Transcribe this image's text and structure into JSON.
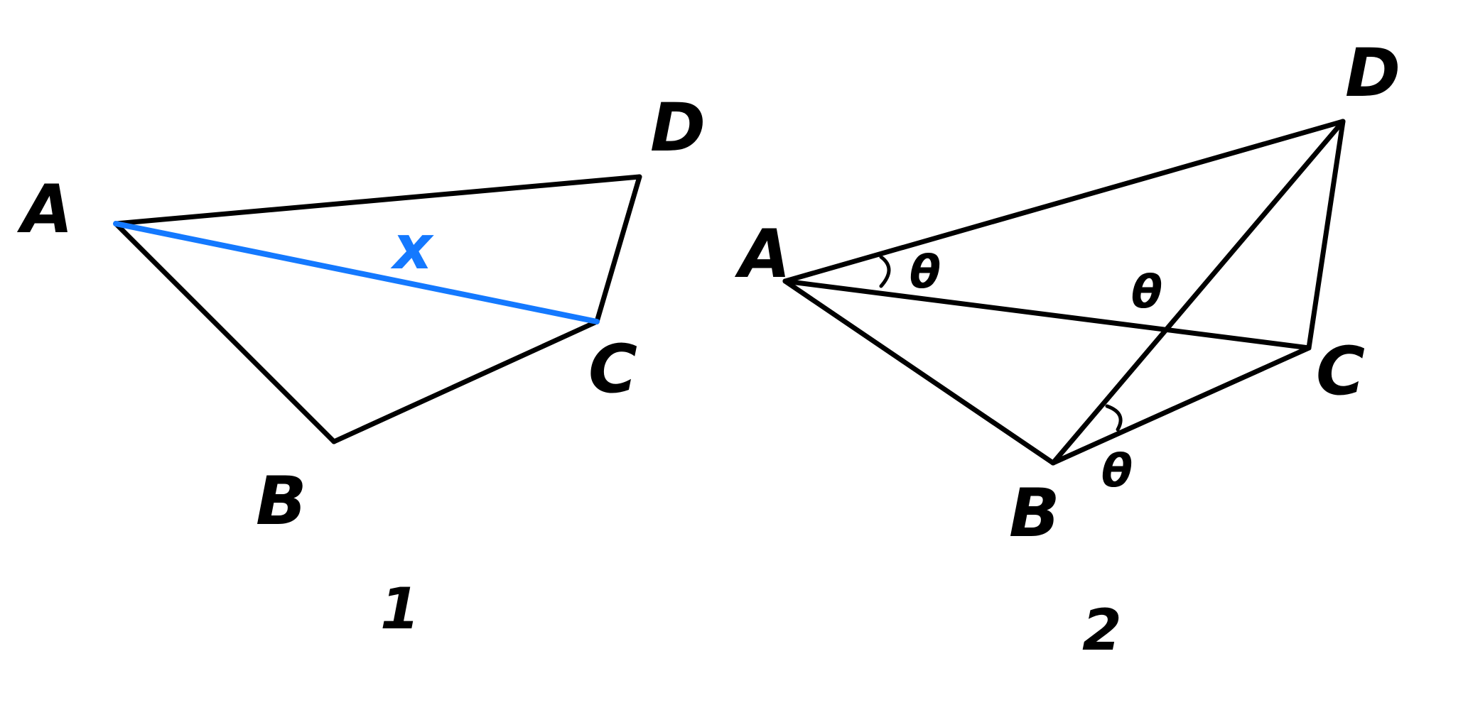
{
  "colors": {
    "ink": "#000000",
    "highlight": "#1479ff",
    "background": "#ffffff"
  },
  "figure1": {
    "caption": "1",
    "vertices": {
      "A": "A",
      "B": "B",
      "C": "C",
      "D": "D"
    },
    "unknown_label": "x",
    "highlighted_segment": "AC"
  },
  "figure2": {
    "caption": "2",
    "vertices": {
      "A": "A",
      "B": "B",
      "C": "C",
      "D": "D"
    },
    "angle_labels": {
      "at_A": "θ",
      "at_O": "θ",
      "at_B": "θ"
    }
  }
}
